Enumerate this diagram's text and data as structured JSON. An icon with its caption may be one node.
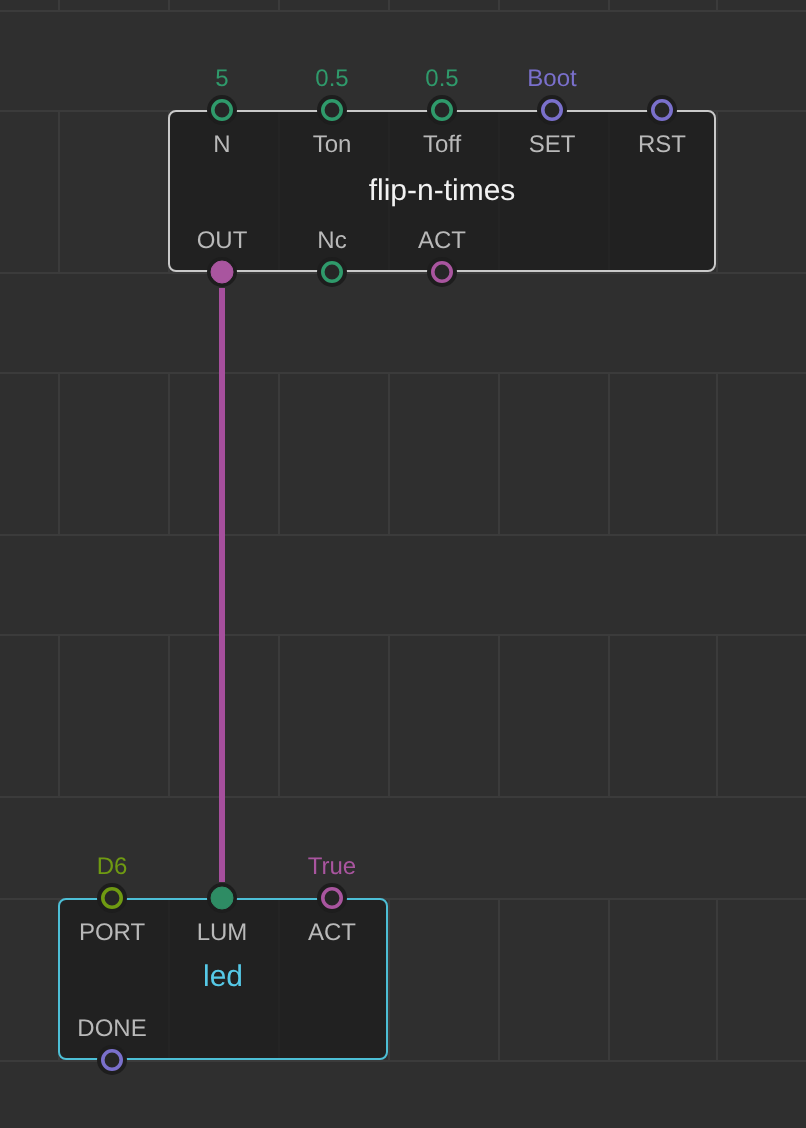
{
  "diagram": {
    "nodes": [
      {
        "text": [
          "flip-n-times"
        ]
      },
      {
        "text": [
          "N"
        ],
        "beside": [
          "5"
        ],
        "in": 0
      },
      {
        "text": [
          "Ton"
        ],
        "beside": [
          "0.5"
        ],
        "in": 0
      },
      {
        "text": [
          "Toff"
        ],
        "beside": [
          "0.5"
        ],
        "in": 0
      },
      {
        "text": [
          "SET"
        ],
        "beside": [
          "Boot"
        ],
        "in": 0
      },
      {
        "text": [
          "RST"
        ],
        "in": 0
      },
      {
        "text": [
          "OUT"
        ],
        "in": 0
      },
      {
        "text": [
          "Nc"
        ],
        "in": 0
      },
      {
        "text": [
          "ACT"
        ],
        "in": 0
      },
      {
        "text": [
          "led"
        ]
      },
      {
        "text": [
          "PORT"
        ],
        "beside": [
          "D6"
        ],
        "in": 9
      },
      {
        "text": [
          "LUM"
        ],
        "in": 9
      },
      {
        "text": [
          "ACT"
        ],
        "beside": [
          "True"
        ],
        "in": 9
      },
      {
        "text": [
          "DONE"
        ],
        "in": 9
      }
    ],
    "edges": [
      {
        "from": 6,
        "to": 11,
        "arrow": "none"
      }
    ]
  }
}
